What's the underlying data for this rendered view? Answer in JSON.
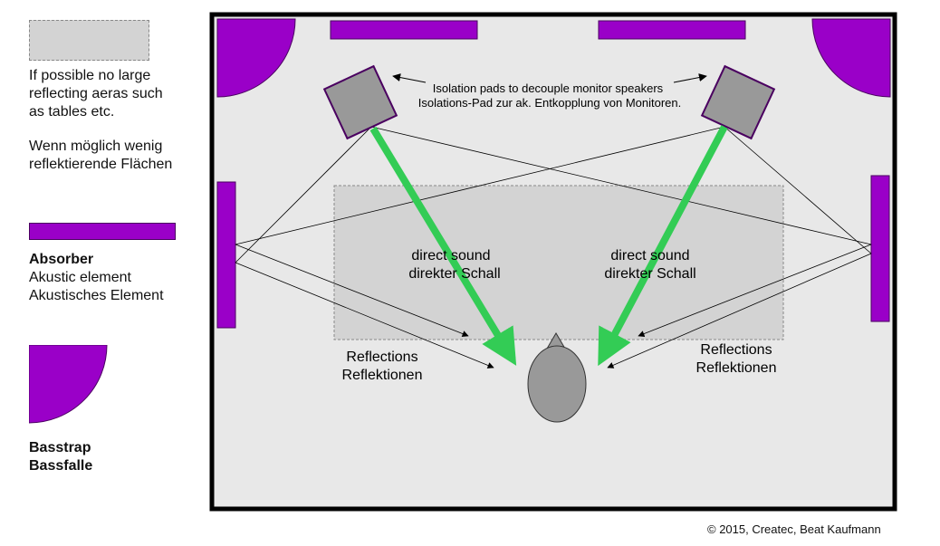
{
  "legend": {
    "reflect_area": {
      "line1": "If possible no large",
      "line2": "reflecting aeras such",
      "line3": "as tables etc.",
      "de_line1": "Wenn möglich wenig",
      "de_line2": "reflektierende Flächen"
    },
    "absorber": {
      "title": "Absorber",
      "line1": "Akustic element",
      "line2": "Akustisches Element"
    },
    "basstrap": {
      "line1": "Basstrap",
      "line2": "Bassfalle"
    }
  },
  "diagram": {
    "isolation_note_en": "Isolation pads to decouple monitor speakers",
    "isolation_note_de": "Isolations-Pad zur ak. Entkopplung von Monitoren.",
    "direct_left_en": "direct sound",
    "direct_left_de": "direkter Schall",
    "direct_right_en": "direct sound",
    "direct_right_de": "direkter Schall",
    "reflect_left_en": "Reflections",
    "reflect_left_de": "Reflektionen",
    "reflect_right_en": "Reflections",
    "reflect_right_de": "Reflektionen"
  },
  "copyright": "© 2015, Createc, Beat Kaufmann",
  "colors": {
    "absorber": "#9a00c8",
    "direct_sound": "#33cc55",
    "room": "#e8e8e8",
    "reflect_zone": "#d3d3d3"
  }
}
